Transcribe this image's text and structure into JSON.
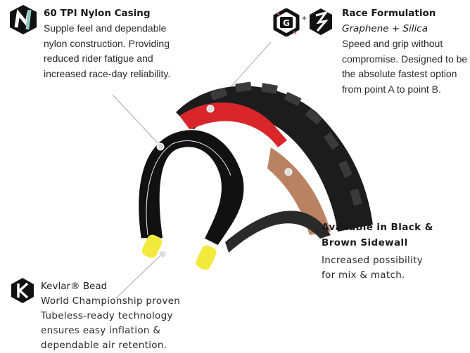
{
  "features": {
    "casing": {
      "title": "60 TPI Nylon Casing",
      "lines": [
        "Supple feel and dependable",
        "nylon construction. Providing",
        "reduced rider fatigue and",
        "increased race-day reliability."
      ],
      "icon": "nylon-casing-icon"
    },
    "compound": {
      "title": "Race Formulation",
      "subtitle": "Graphene + Silica",
      "lines": [
        "Speed and grip without",
        "compromise. Designed to be",
        "the absolute fastest option",
        "from point A to point B."
      ],
      "icon_letter": "G",
      "plus": "+",
      "icon": "graphene-silica-icon"
    },
    "sidewall": {
      "title_lines": [
        "Available in Black &",
        "Brown Sidewall"
      ],
      "lines": [
        "Increased possibility",
        "for mix & match."
      ]
    },
    "bead": {
      "title": "Kevlar® Bead",
      "lines": [
        "World Championship proven",
        "Tubeless-ready technology",
        "ensures easy inflation &",
        "dependable air retention."
      ],
      "icon": "kevlar-bead-icon"
    }
  },
  "colors": {
    "accent_red": "#d8262b",
    "bead_yellow": "#f2ea3c",
    "sidewall_brown": "#b98363",
    "teal": "#8ec9c4"
  }
}
